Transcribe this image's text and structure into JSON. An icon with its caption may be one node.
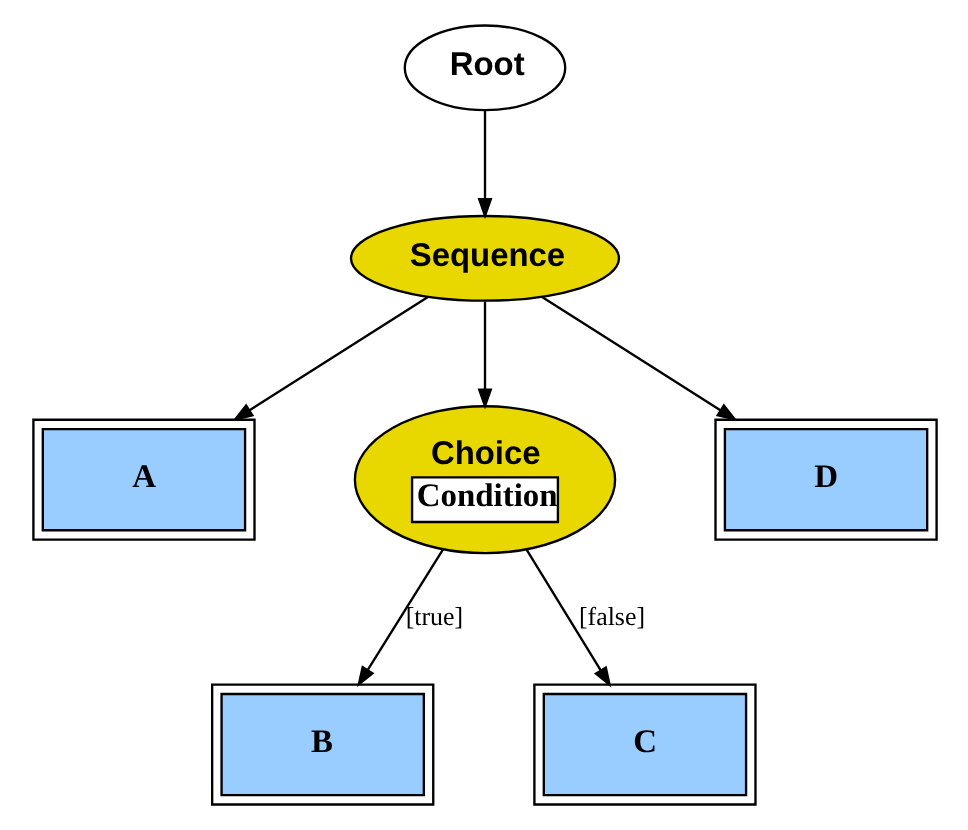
{
  "diagram": {
    "nodes": [
      {
        "text": [
          "Root"
        ]
      },
      {
        "text": [
          "Sequence"
        ]
      },
      {
        "text": [
          "A"
        ]
      },
      {
        "text": [
          "Choice",
          "Condition"
        ]
      },
      {
        "text": [
          "D"
        ]
      },
      {
        "text": [
          "B"
        ]
      },
      {
        "text": [
          "C"
        ]
      }
    ],
    "edges": [
      {
        "from": 0,
        "to": 1,
        "arrow": "to"
      },
      {
        "from": 1,
        "to": 2,
        "arrow": "to"
      },
      {
        "from": 1,
        "to": 3,
        "arrow": "to"
      },
      {
        "from": 1,
        "to": 4,
        "arrow": "to"
      },
      {
        "from": 3,
        "to": 5,
        "arrow": "to",
        "label": "[true]"
      },
      {
        "from": 3,
        "to": 6,
        "arrow": "to",
        "label": "[false]"
      }
    ]
  }
}
